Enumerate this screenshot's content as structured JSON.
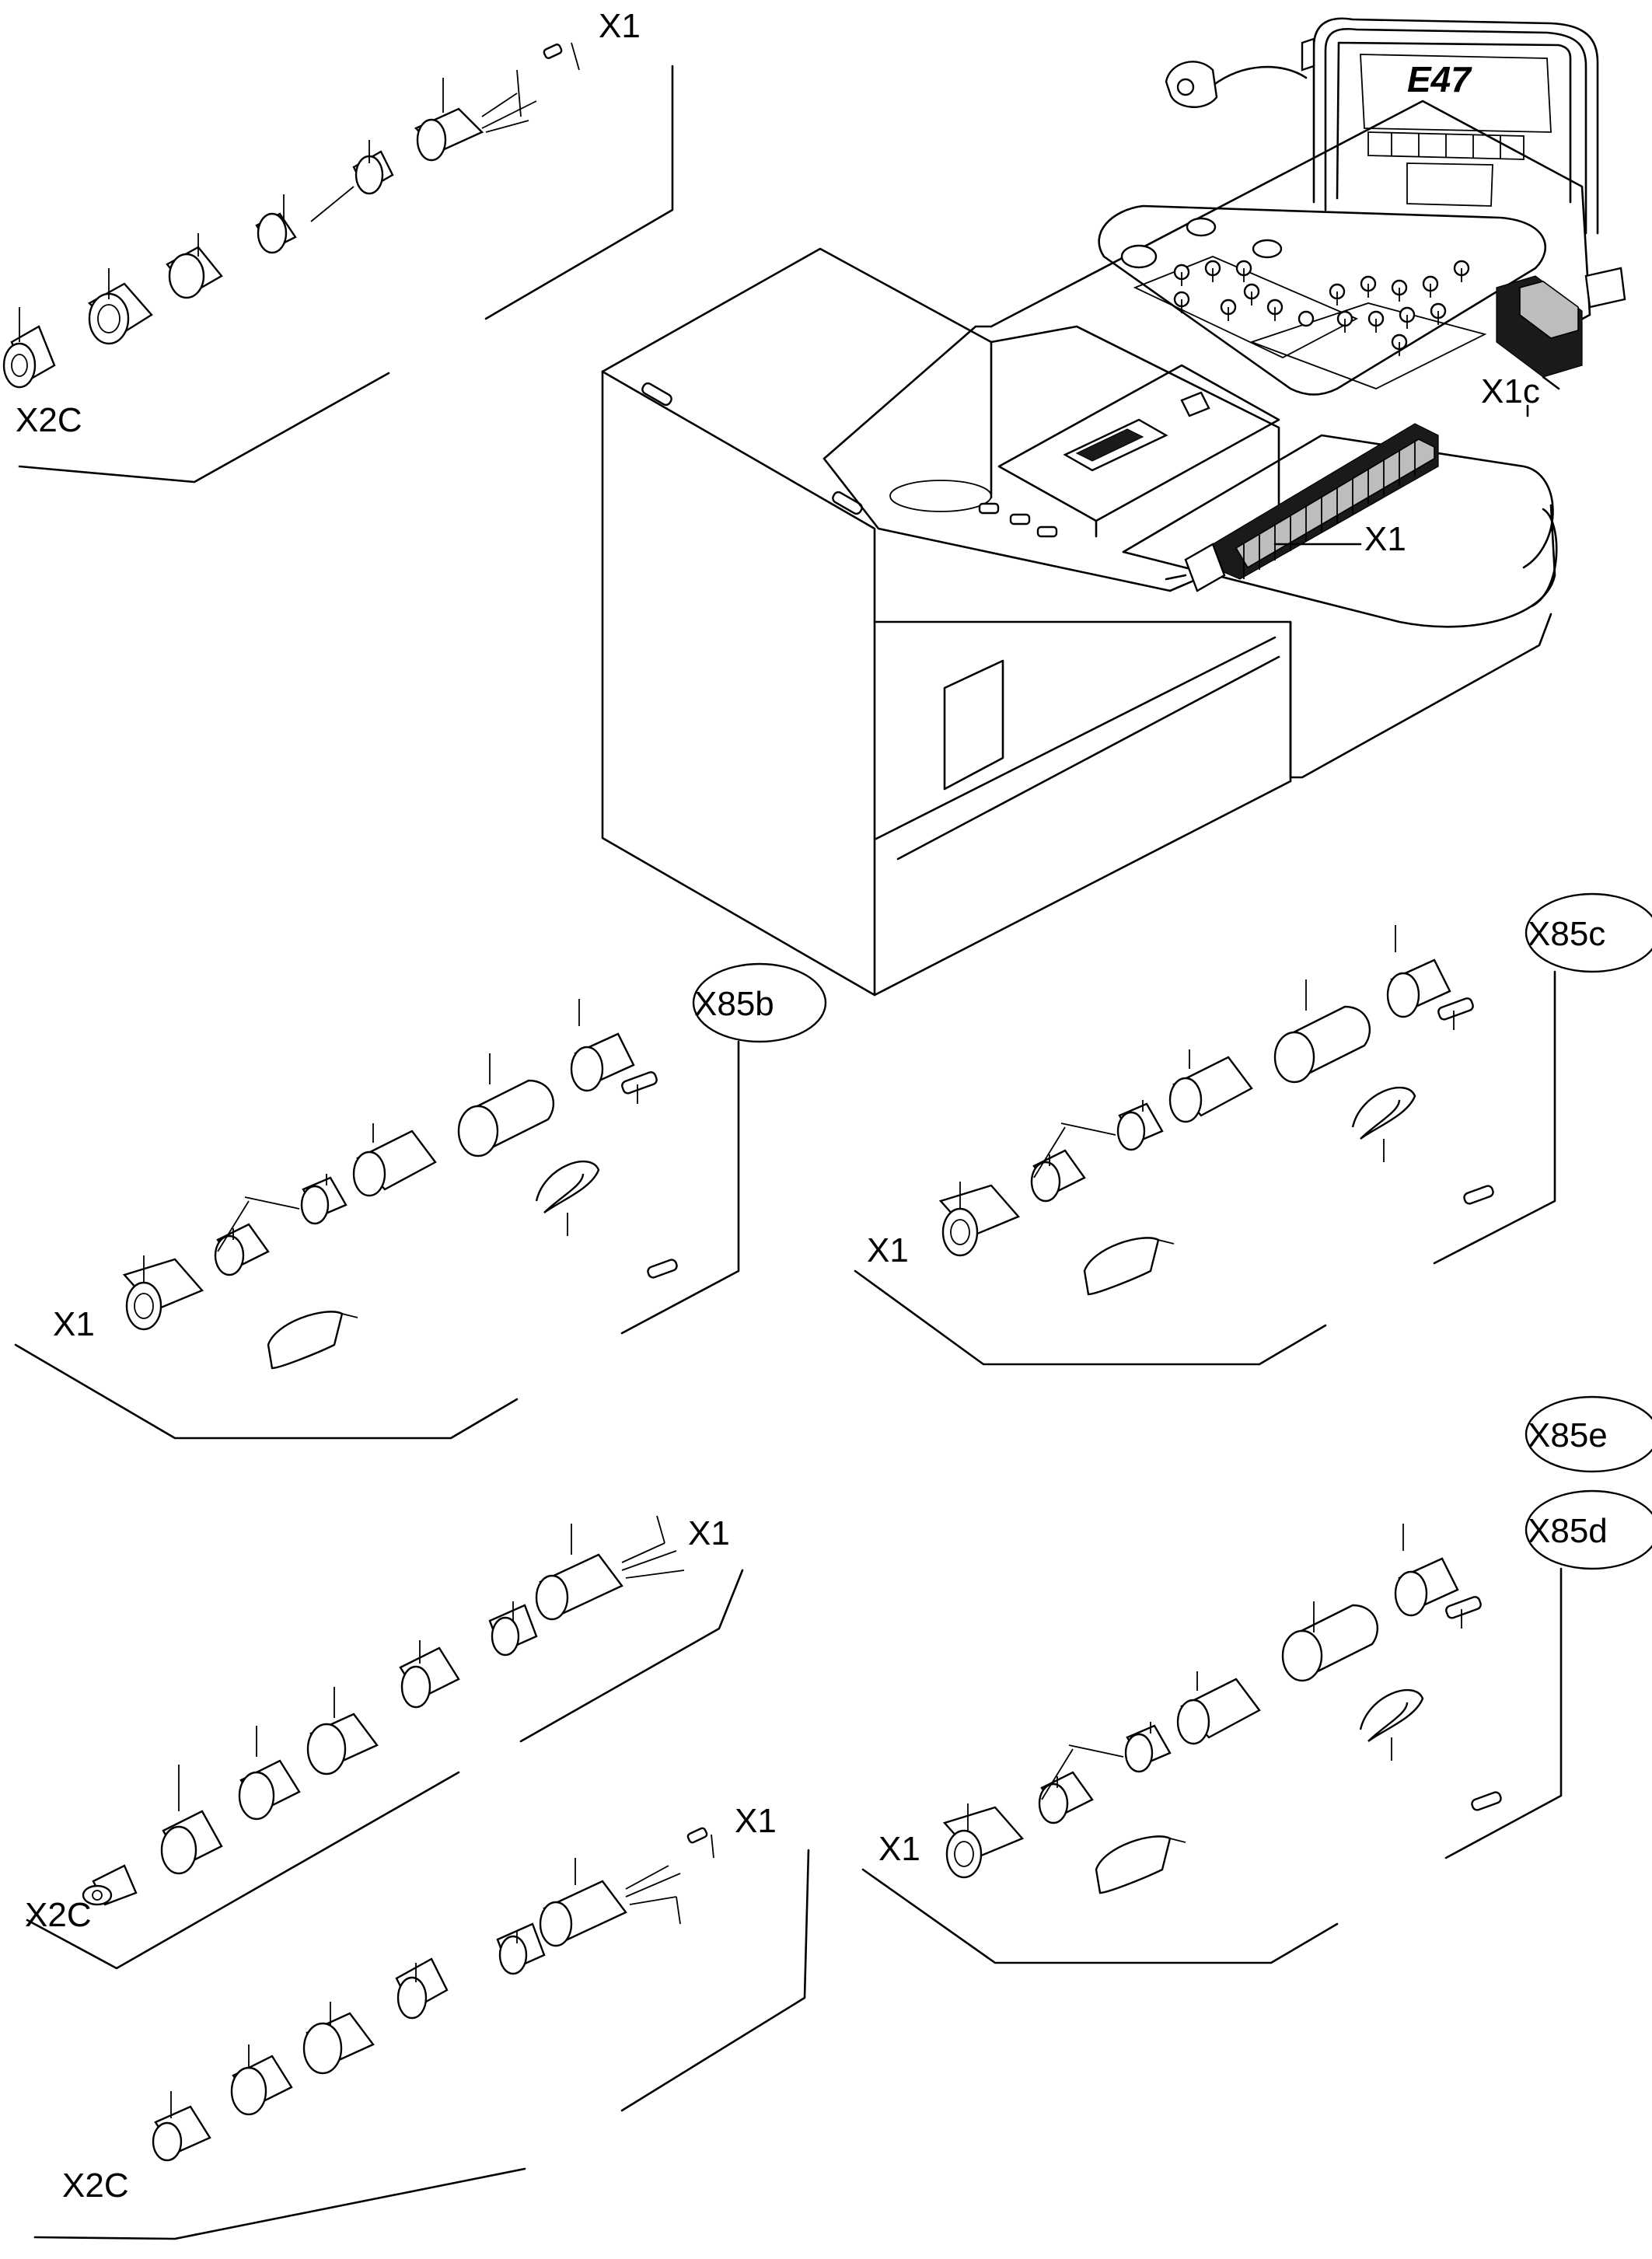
{
  "labels": {
    "top_left_x1": "X1",
    "top_left_x2c": "X2C",
    "module_display": "E47",
    "x1c": "X1c",
    "module_x1": "X1",
    "x85b": "X85b",
    "x85b_x1": "X1",
    "x85c": "X85c",
    "x85c_x1": "X1",
    "x85e": "X85e",
    "x85d": "X85d",
    "x85d_x1": "X1",
    "mid_left_x1": "X1",
    "mid_left_x2c": "X2C",
    "bottom_x1": "X1",
    "bottom_x2c": "X2C"
  },
  "colors": {
    "line": "#000000",
    "background": "#ffffff",
    "shade": "#bdbdbd"
  }
}
